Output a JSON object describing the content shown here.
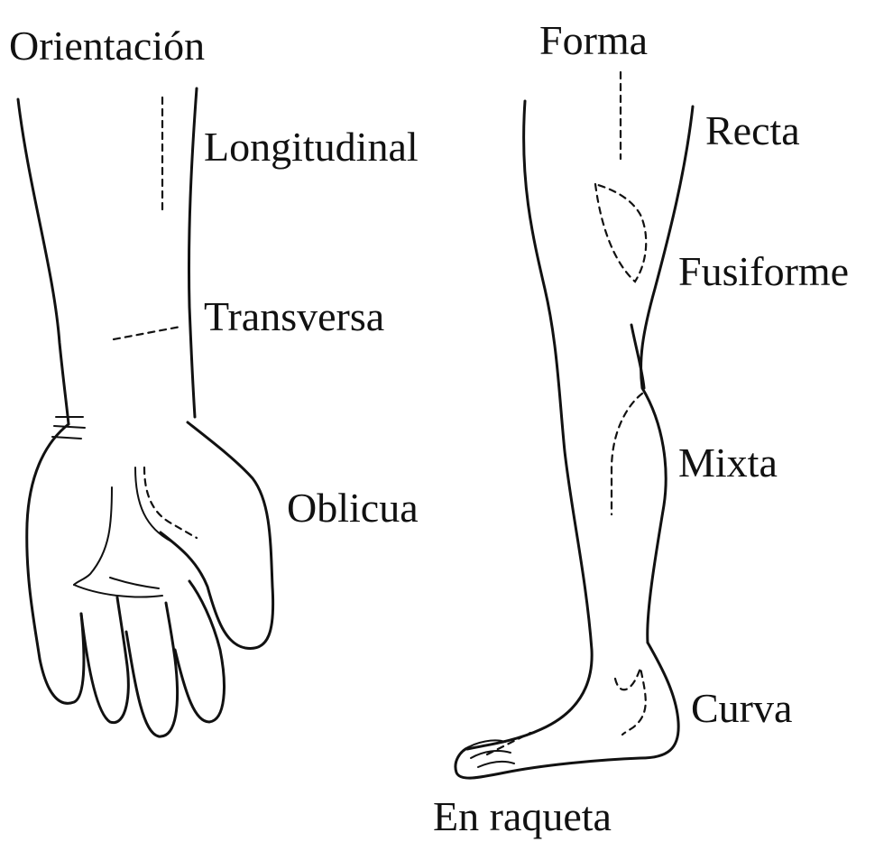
{
  "left": {
    "heading": "Orientación",
    "labels": {
      "longitudinal": "Longitudinal",
      "transversa": "Transversa",
      "oblicua": "Oblicua"
    }
  },
  "right": {
    "heading": "Forma",
    "labels": {
      "recta": "Recta",
      "fusiforme": "Fusiforme",
      "mixta": "Mixta",
      "curva": "Curva",
      "raqueta": "En raqueta"
    }
  },
  "colors": {
    "ink": "#111111",
    "paper": "#ffffff"
  }
}
